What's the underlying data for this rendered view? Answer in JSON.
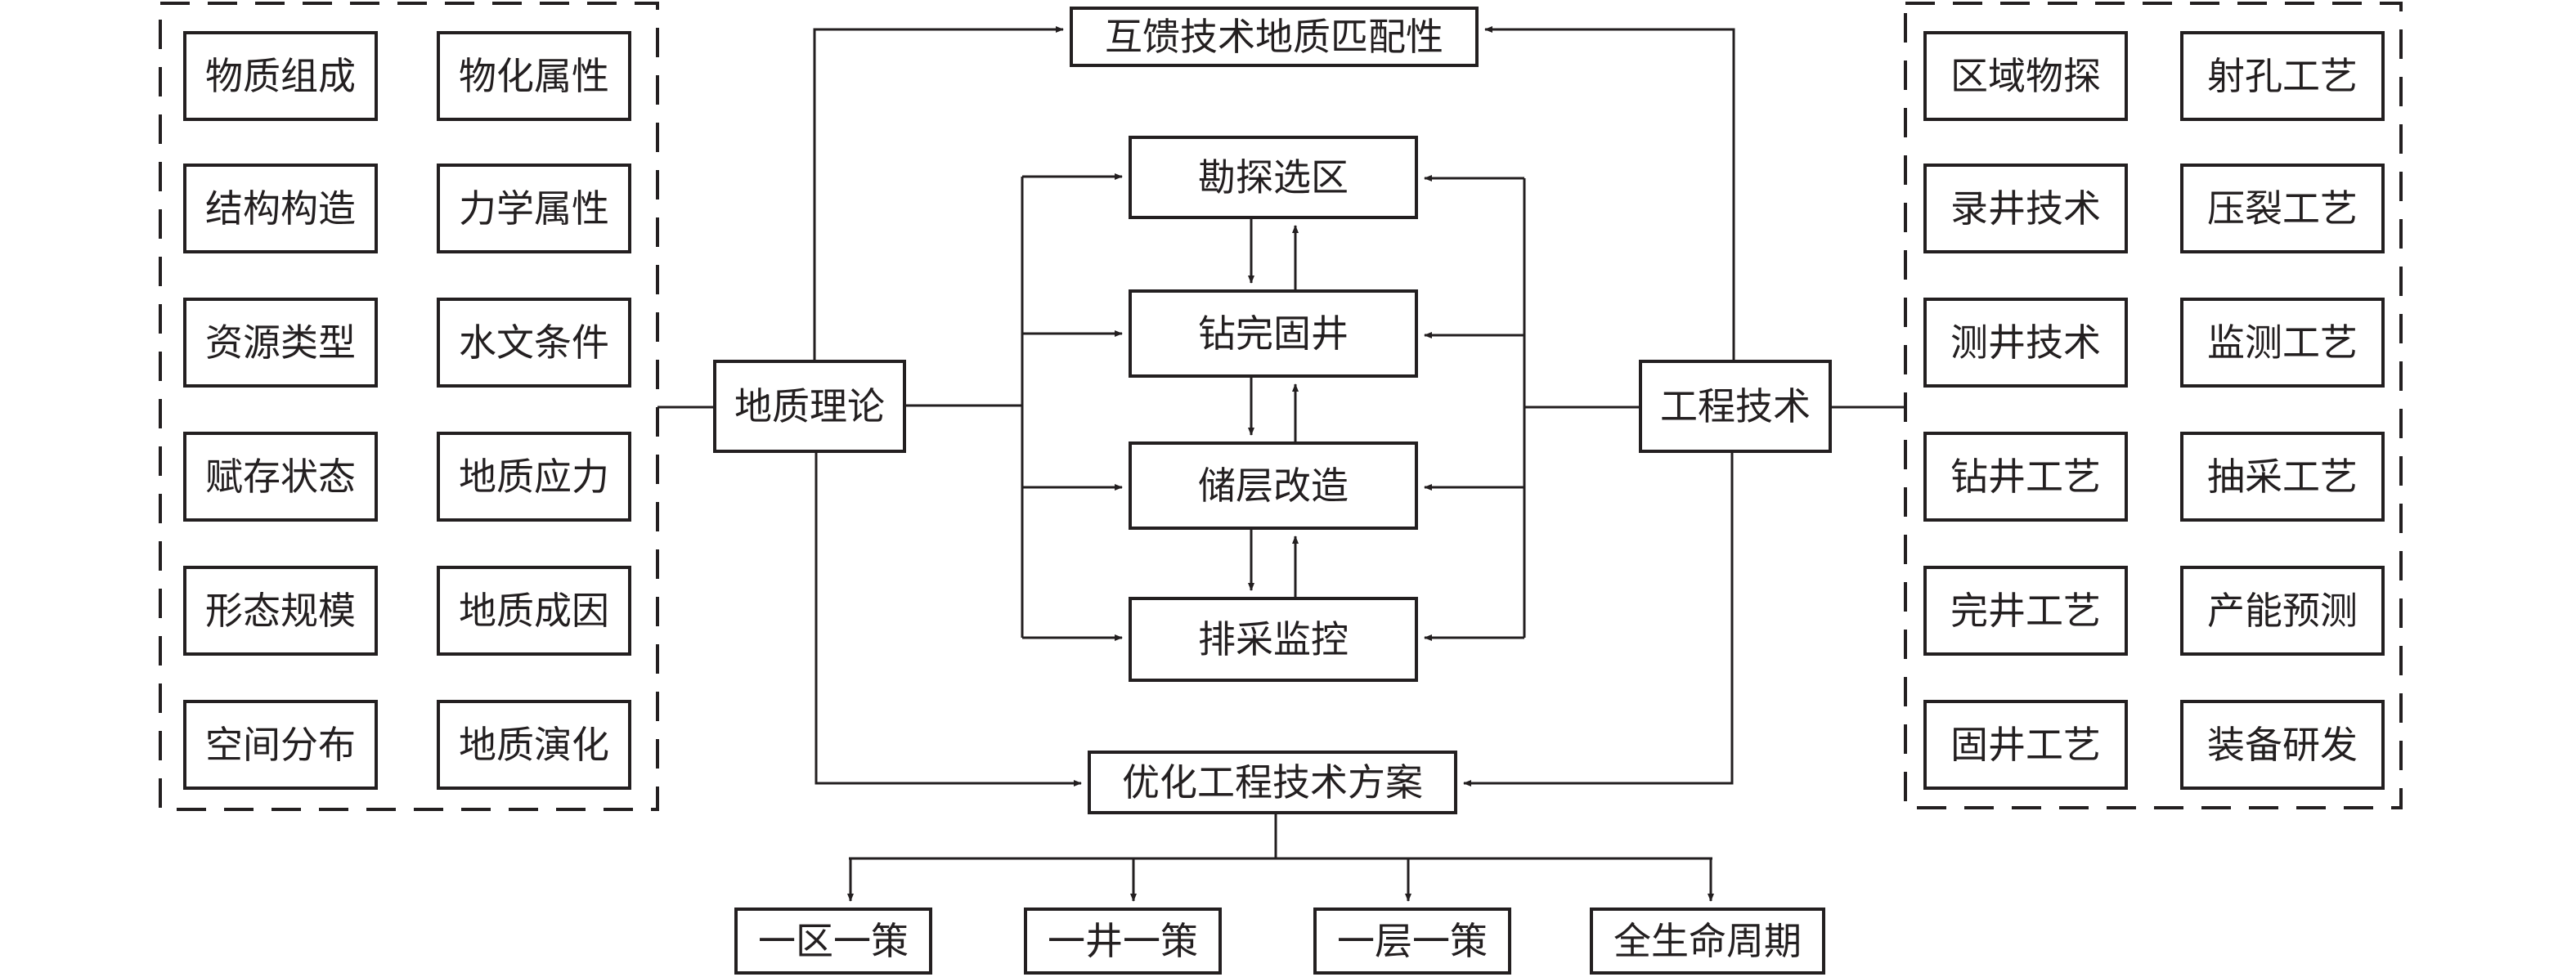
{
  "diagram": {
    "left_group": {
      "items": [
        "物质组成",
        "物化属性",
        "结构构造",
        "力学属性",
        "资源类型",
        "水文条件",
        "赋存状态",
        "地质应力",
        "形态规模",
        "地质成因",
        "空间分布",
        "地质演化"
      ]
    },
    "right_group": {
      "items": [
        "区域物探",
        "射孔工艺",
        "录井技术",
        "压裂工艺",
        "测井技术",
        "监测工艺",
        "钻井工艺",
        "抽采工艺",
        "完井工艺",
        "产能预测",
        "固井工艺",
        "装备研发"
      ]
    },
    "geology_theory": "地质理论",
    "engineering_technology": "工程技术",
    "feedback_match": "互馈技术地质匹配性",
    "stages": [
      "勘探选区",
      "钻完固井",
      "储层改造",
      "排采监控"
    ],
    "optimize": "优化工程技术方案",
    "outcomes": [
      "一区一策",
      "一井一策",
      "一层一策",
      "全生命周期"
    ]
  }
}
